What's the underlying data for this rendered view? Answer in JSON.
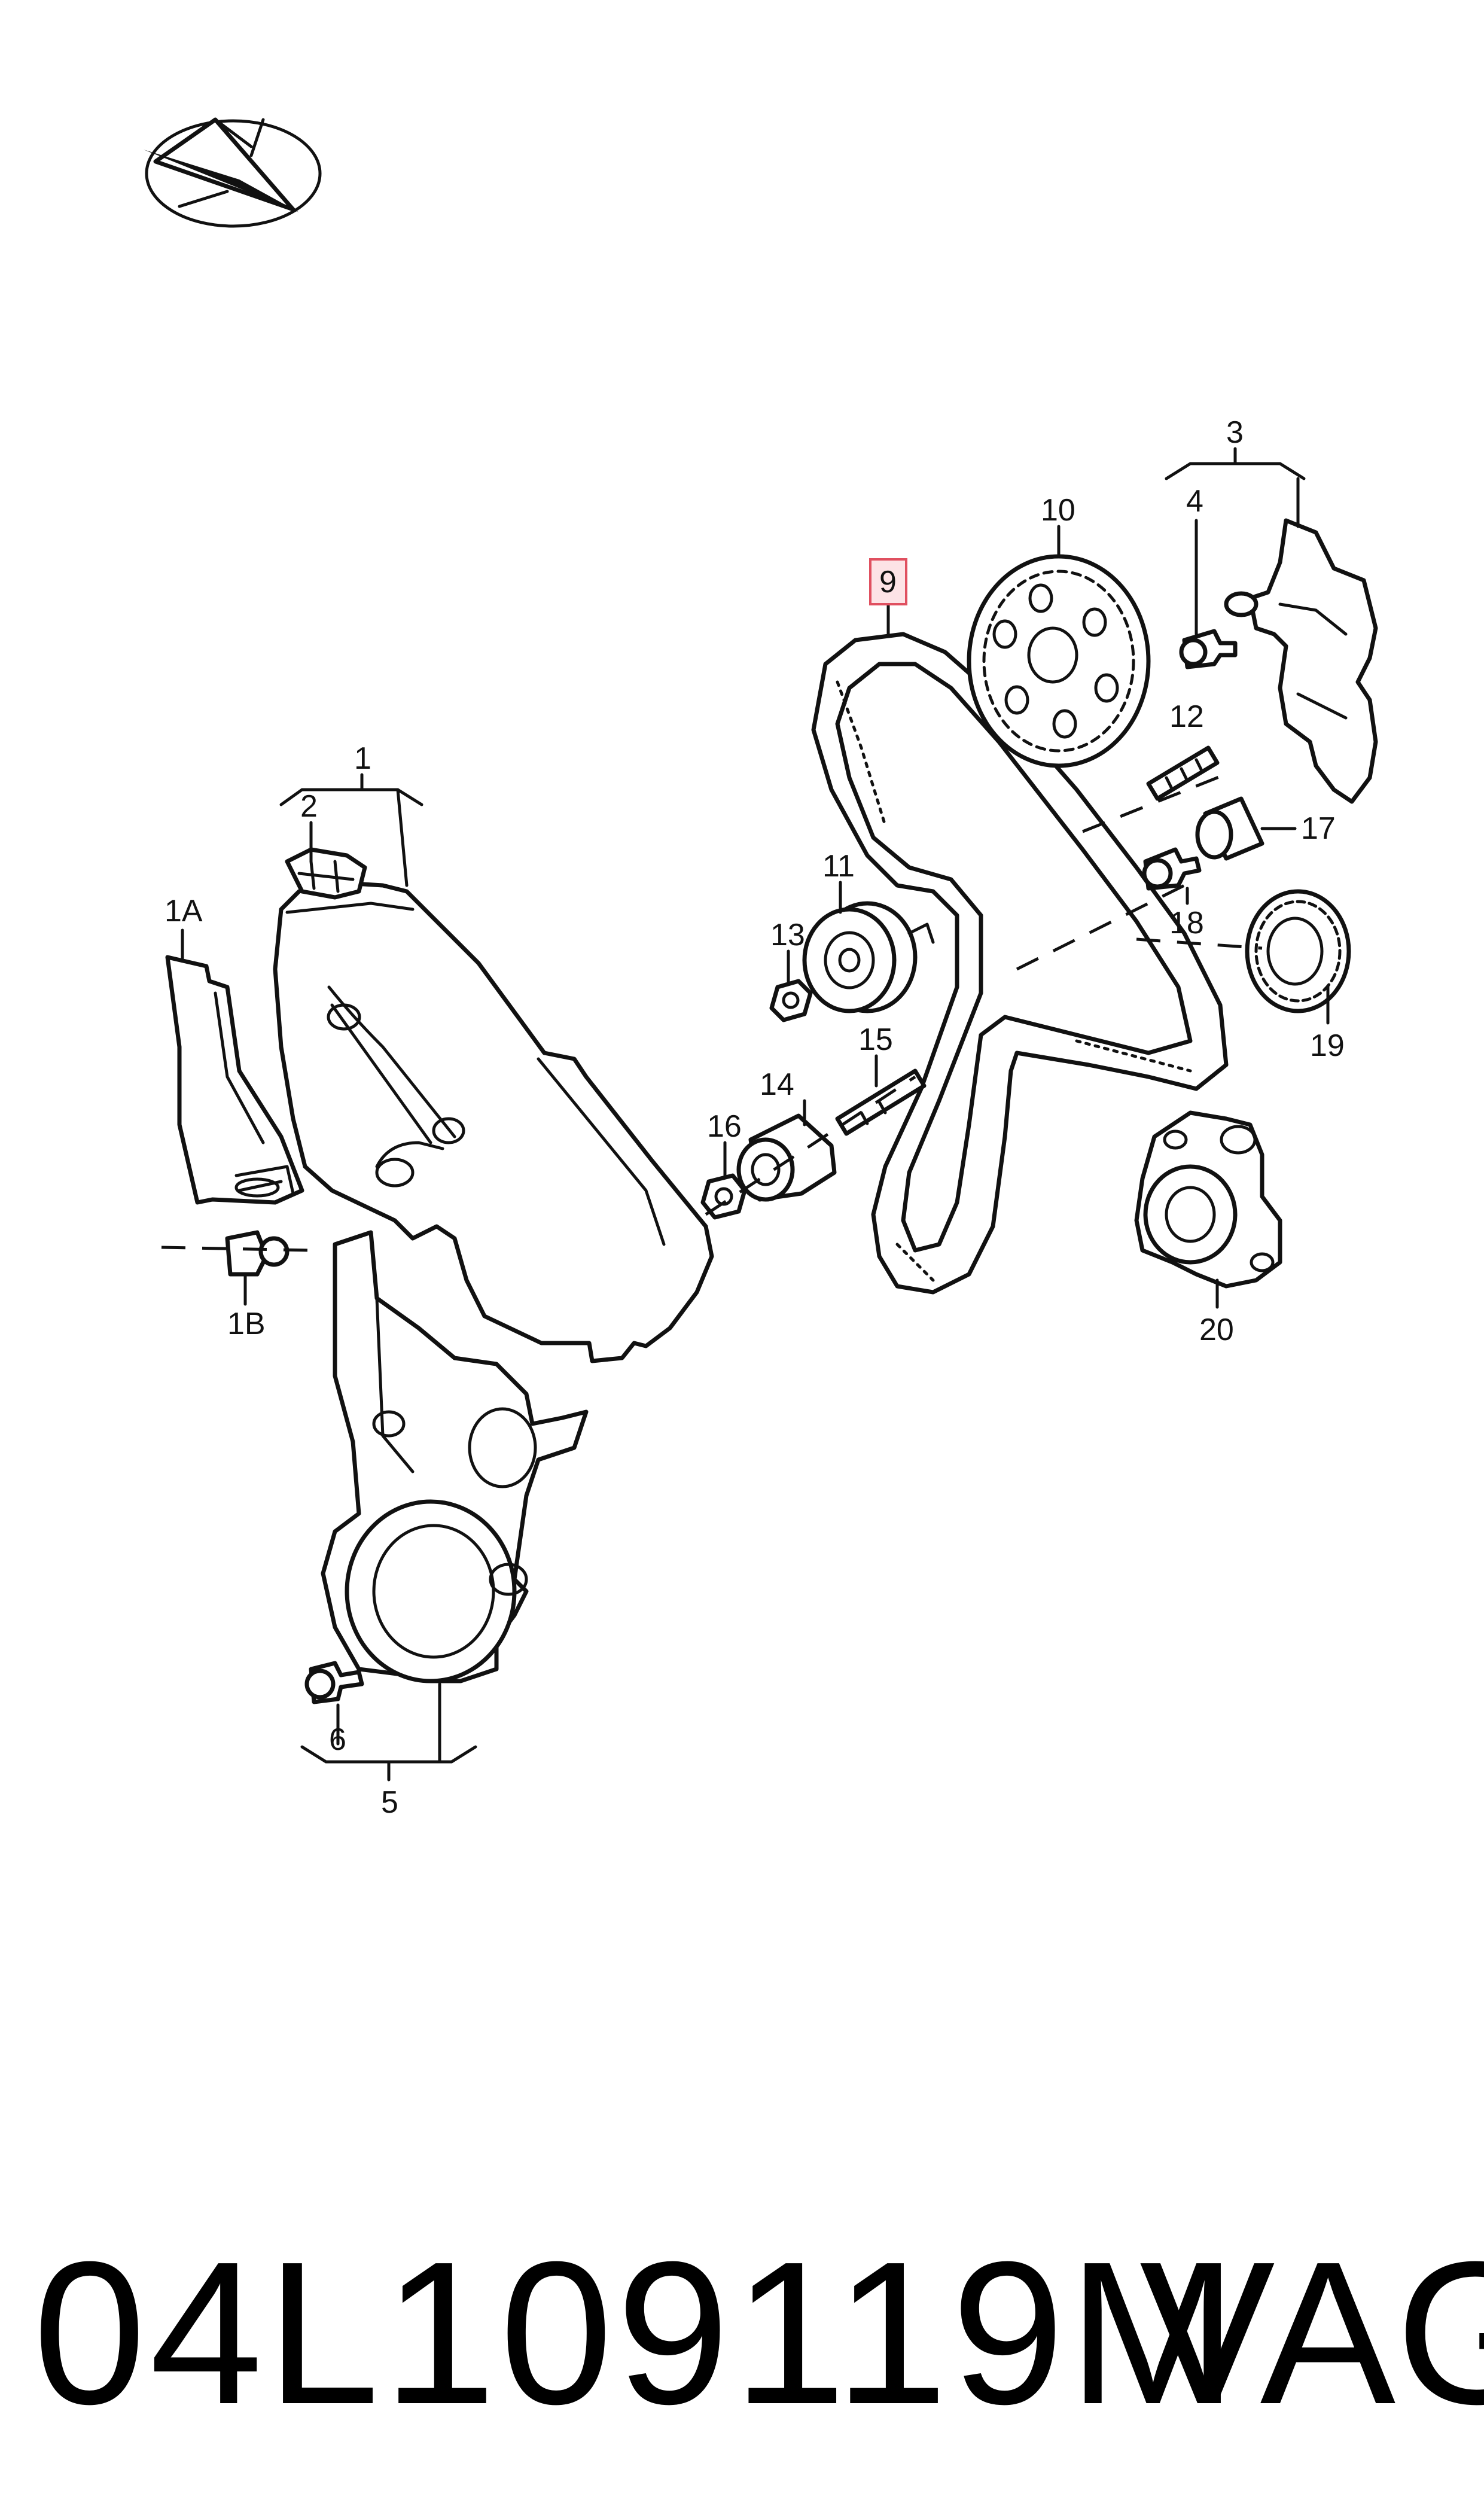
{
  "labels": {
    "p1": "1",
    "p1A": "1A",
    "p1B": "1B",
    "p2": "2",
    "p3": "3",
    "p4": "4",
    "p5": "5",
    "p6": "6",
    "p9": "9",
    "p10": "10",
    "p11": "11",
    "p12": "12",
    "p13": "13",
    "p14": "14",
    "p15": "15",
    "p16": "16",
    "p17": "17",
    "p18": "18",
    "p19": "19",
    "p20": "20"
  },
  "highlight": {
    "part": "9",
    "color": "#e05060",
    "fill": "#fde3e6"
  },
  "footer": {
    "part_number": "04L109119M",
    "brand": "VAG"
  }
}
